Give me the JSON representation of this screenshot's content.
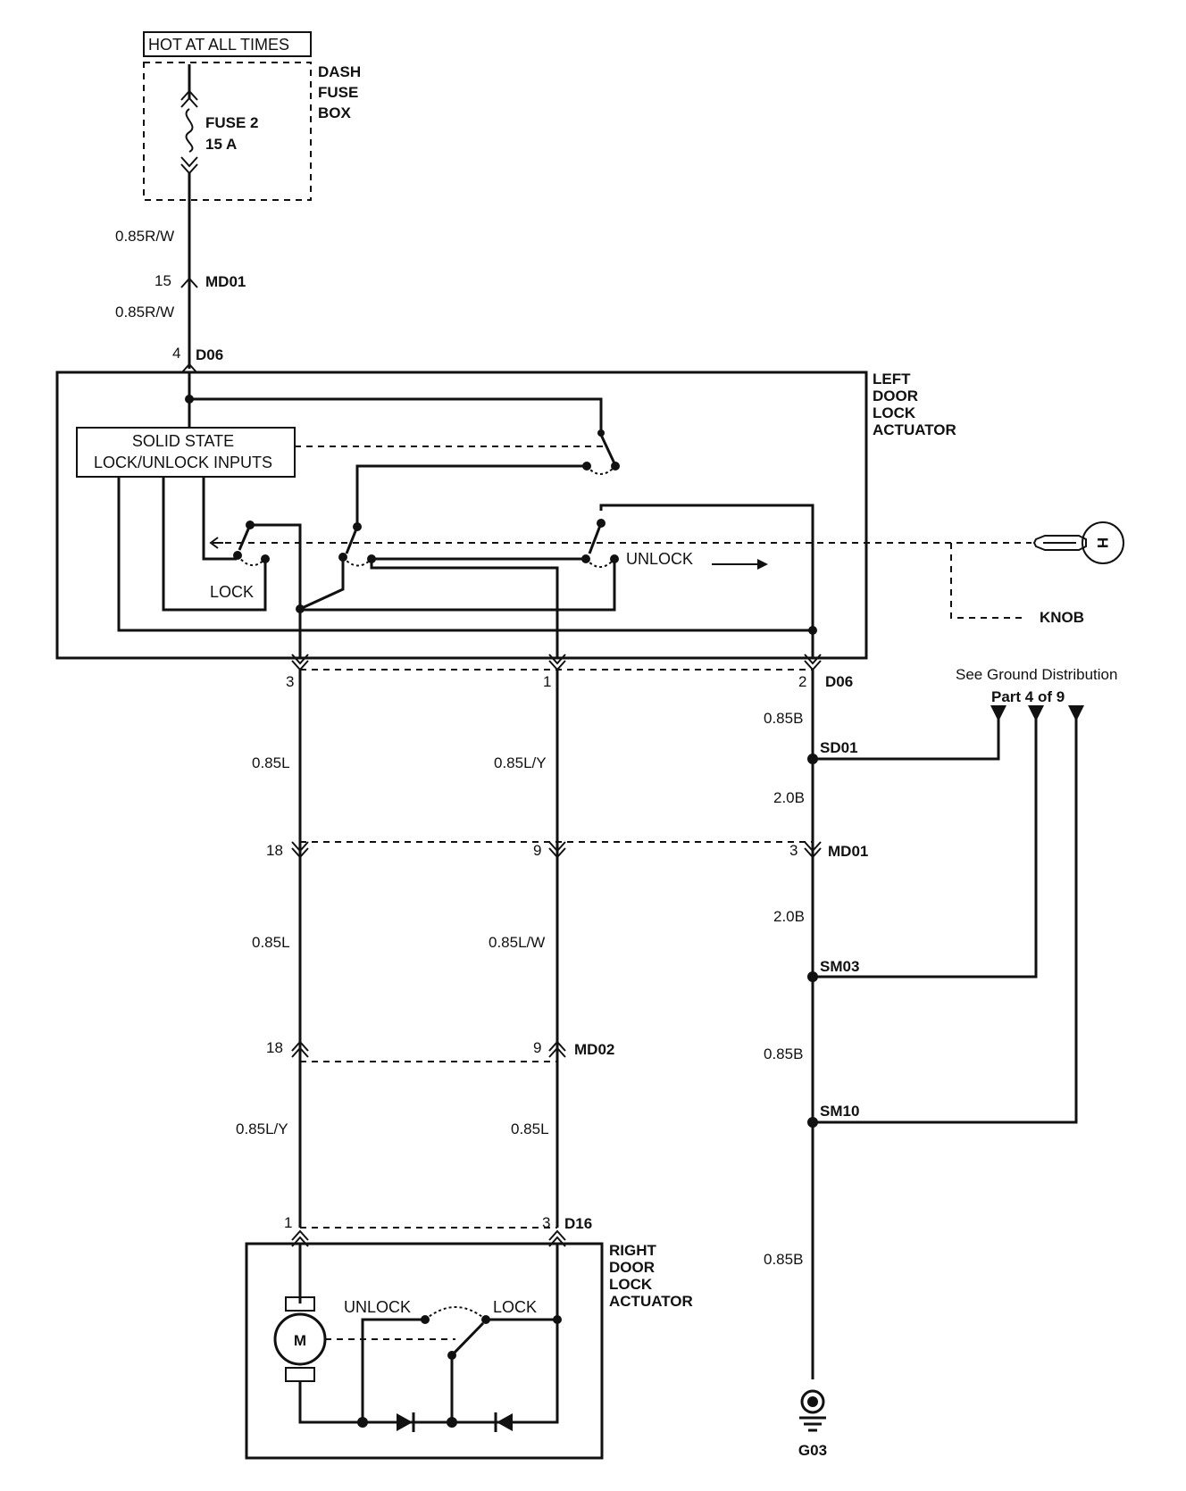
{
  "power_label": "HOT AT ALL TIMES",
  "dash_fuse_box": [
    "DASH",
    "FUSE",
    "BOX"
  ],
  "fuse": [
    "FUSE 2",
    "15 A"
  ],
  "left_actuator": [
    "LEFT",
    "DOOR",
    "LOCK",
    "ACTUATOR"
  ],
  "right_actuator": [
    "RIGHT",
    "DOOR",
    "LOCK",
    "ACTUATOR"
  ],
  "solid_state": [
    "SOLID STATE",
    "LOCK/UNLOCK INPUTS"
  ],
  "labels": {
    "lock": "LOCK",
    "unlock": "UNLOCK",
    "knob": "KNOB",
    "key_letter": "H",
    "motor": "M",
    "ground": "G03",
    "ground_dist_1": "See Ground Distribution",
    "ground_dist_2": "Part 4 of 9"
  },
  "connectors": {
    "md01": "MD01",
    "d06": "D06",
    "md02": "MD02",
    "d16": "D16",
    "sd01": "SD01",
    "sm03": "SM03",
    "sm10": "SM10"
  },
  "pins": {
    "md01_top": "15",
    "d06_top": "4",
    "d06_a": "3",
    "d06_b": "1",
    "d06_c": "2",
    "md01_a": "18",
    "md01_b": "9",
    "md01_c": "3",
    "md02_a": "18",
    "md02_b": "9",
    "d16_a": "1",
    "d16_b": "3"
  },
  "wires": {
    "top_1": "0.85R/W",
    "top_2": "0.85R/W",
    "a1": "0.85L",
    "a2": "0.85L",
    "a3": "0.85L/Y",
    "b1": "0.85L/Y",
    "b2": "0.85L/W",
    "b3": "0.85L",
    "c1": "0.85B",
    "c2": "2.0B",
    "c3": "2.0B",
    "c4": "0.85B",
    "c5": "0.85B"
  }
}
